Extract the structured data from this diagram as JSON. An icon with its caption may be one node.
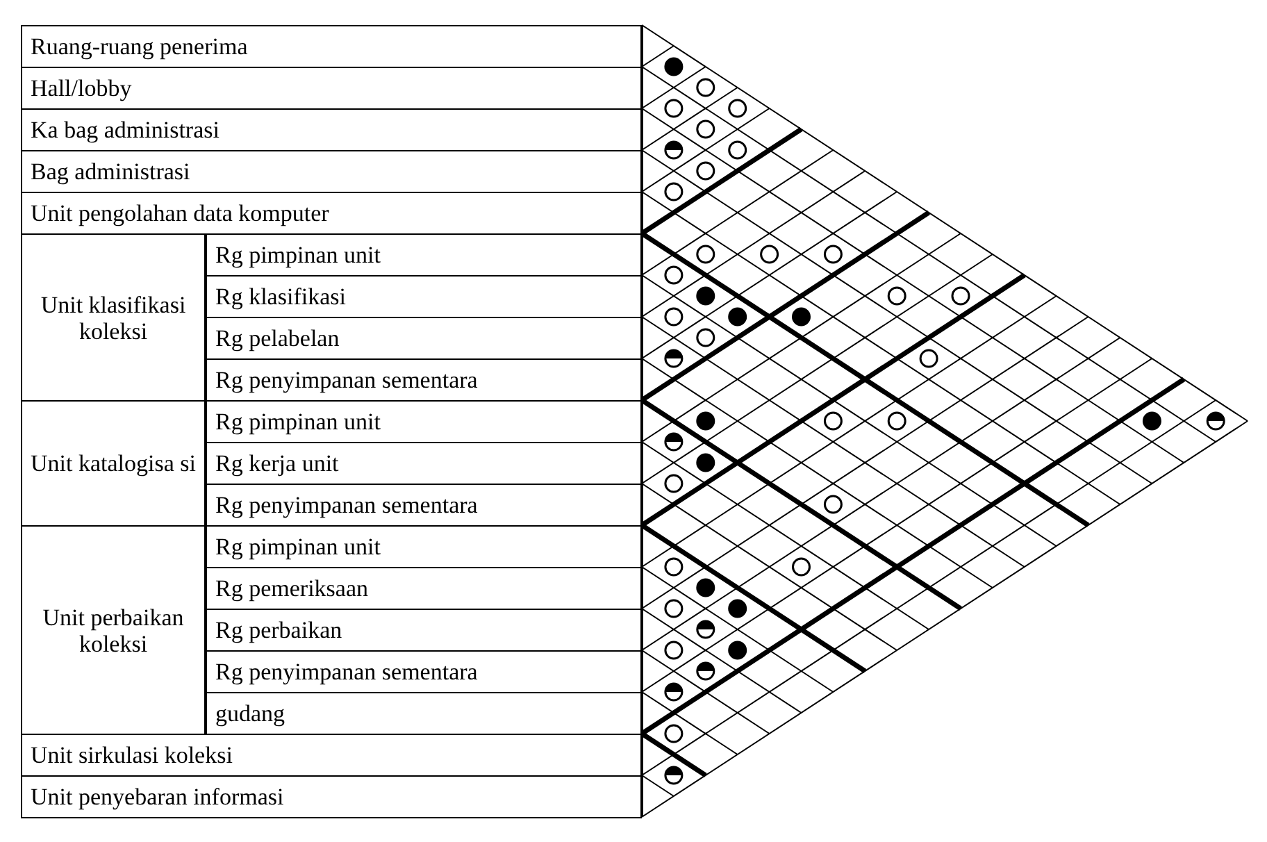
{
  "diagram": {
    "nodes": [
      {
        "text": [
          "Ruang-ruang penerima"
        ]
      },
      {
        "text": [
          "Hall/lobby"
        ]
      },
      {
        "text": [
          "Ka bag administrasi"
        ]
      },
      {
        "text": [
          "Bag administrasi"
        ]
      },
      {
        "text": [
          "Unit pengolahan data komputer"
        ]
      },
      {
        "text": [
          "Unit klasifikasi koleksi"
        ]
      },
      {
        "text": [
          "Rg pimpinan unit"
        ]
      },
      {
        "text": [
          "Rg klasifikasi"
        ]
      },
      {
        "text": [
          "Rg pelabelan"
        ]
      },
      {
        "text": [
          "Rg penyimpanan sementara"
        ]
      },
      {
        "text": [
          "Unit katalogisa si"
        ]
      },
      {
        "text": [
          "Rg pimpinan unit"
        ]
      },
      {
        "text": [
          "Rg kerja unit"
        ]
      },
      {
        "text": [
          "Rg penyimpanan sementara"
        ]
      },
      {
        "text": [
          "Unit perbaikan koleksi"
        ]
      },
      {
        "text": [
          "Rg pimpinan unit"
        ]
      },
      {
        "text": [
          "Rg pemeriksaan"
        ]
      },
      {
        "text": [
          "Rg perbaikan"
        ]
      },
      {
        "text": [
          "Rg penyimpanan sementara"
        ]
      },
      {
        "text": [
          "gudang"
        ]
      },
      {
        "text": [
          "Unit sirkulasi koleksi"
        ]
      },
      {
        "text": [
          "Unit penyebaran informasi"
        ]
      }
    ]
  }
}
